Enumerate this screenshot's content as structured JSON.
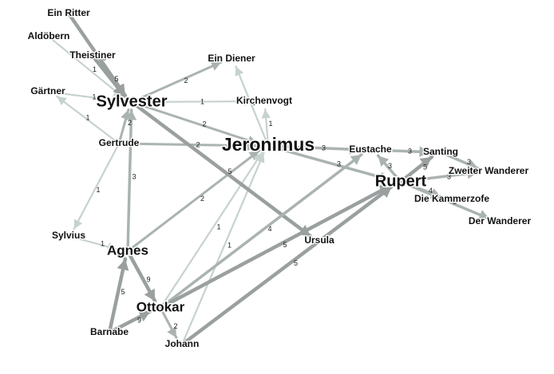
{
  "colors": {
    "edge_light": "#c6d2cf",
    "edge_mid": "#aab3b0",
    "edge_dark": "#9aa09f",
    "label": "#111111",
    "background": "#ffffff"
  },
  "nodes": [
    {
      "id": "ein_ritter",
      "label": "Ein Ritter",
      "size": "s"
    },
    {
      "id": "aldobern",
      "label": "Aldöbern",
      "size": "s"
    },
    {
      "id": "theistiner",
      "label": "Theistiner",
      "size": "s"
    },
    {
      "id": "gartner",
      "label": "Gärtner",
      "size": "s"
    },
    {
      "id": "sylvester",
      "label": "Sylvester",
      "size": "l"
    },
    {
      "id": "ein_diener",
      "label": "Ein Diener",
      "size": "s"
    },
    {
      "id": "kirchenvogt",
      "label": "Kirchenvogt",
      "size": "s"
    },
    {
      "id": "gertrude",
      "label": "Gertrude",
      "size": "s"
    },
    {
      "id": "jeronimus",
      "label": "Jeronimus",
      "size": "xl"
    },
    {
      "id": "eustache",
      "label": "Eustache",
      "size": "s"
    },
    {
      "id": "santing",
      "label": "Santing",
      "size": "s"
    },
    {
      "id": "zweiter_wanderer",
      "label": "Zweiter Wanderer",
      "size": "s"
    },
    {
      "id": "rupert",
      "label": "Rupert",
      "size": "l"
    },
    {
      "id": "die_kammerzofe",
      "label": "Die Kammerzofe",
      "size": "s"
    },
    {
      "id": "der_wanderer",
      "label": "Der Wanderer",
      "size": "s"
    },
    {
      "id": "sylvius",
      "label": "Sylvius",
      "size": "s"
    },
    {
      "id": "agnes",
      "label": "Agnes",
      "size": "m"
    },
    {
      "id": "ursula",
      "label": "Ursula",
      "size": "s"
    },
    {
      "id": "ottokar",
      "label": "Ottokar",
      "size": "m"
    },
    {
      "id": "barnabe",
      "label": "Barnabe",
      "size": "s"
    },
    {
      "id": "johann",
      "label": "Johann",
      "size": "s"
    }
  ],
  "edges": [
    {
      "source": "aldobern",
      "target": "sylvester",
      "weight": "1"
    },
    {
      "source": "ein_ritter",
      "target": "sylvester",
      "weight": "5"
    },
    {
      "source": "theistiner",
      "target": "sylvester",
      "weight": "5"
    },
    {
      "source": "gartner",
      "target": "sylvester",
      "weight": "1"
    },
    {
      "source": "gertrude",
      "target": "gartner",
      "weight": "1"
    },
    {
      "source": "sylvester",
      "target": "ein_diener",
      "weight": "2"
    },
    {
      "source": "sylvester",
      "target": "kirchenvogt",
      "weight": "1"
    },
    {
      "source": "sylvester",
      "target": "jeronimus",
      "weight": "2"
    },
    {
      "source": "gertrude",
      "target": "jeronimus",
      "weight": "2"
    },
    {
      "source": "gertrude",
      "target": "sylvester",
      "weight": "2"
    },
    {
      "source": "agnes",
      "target": "sylvester",
      "weight": "3"
    },
    {
      "source": "gertrude",
      "target": "sylvius",
      "weight": "1"
    },
    {
      "source": "sylvius",
      "target": "agnes",
      "weight": "1"
    },
    {
      "source": "jeronimus",
      "target": "ein_diener",
      "weight": "1"
    },
    {
      "source": "jeronimus",
      "target": "kirchenvogt",
      "weight": "1"
    },
    {
      "source": "jeronimus",
      "target": "eustache",
      "weight": "3"
    },
    {
      "source": "jeronimus",
      "target": "rupert",
      "weight": "3"
    },
    {
      "source": "agnes",
      "target": "jeronimus",
      "weight": "2"
    },
    {
      "source": "ottokar",
      "target": "jeronimus",
      "weight": "1"
    },
    {
      "source": "johann",
      "target": "jeronimus",
      "weight": "1"
    },
    {
      "source": "sylvester",
      "target": "ursula",
      "weight": "5"
    },
    {
      "source": "eustache",
      "target": "santing",
      "weight": "3"
    },
    {
      "source": "rupert",
      "target": "eustache",
      "weight": "3"
    },
    {
      "source": "rupert",
      "target": "santing",
      "weight": "5"
    },
    {
      "source": "rupert",
      "target": "zweiter_wanderer",
      "weight": "3"
    },
    {
      "source": "santing",
      "target": "zweiter_wanderer",
      "weight": "3"
    },
    {
      "source": "rupert",
      "target": "die_kammerzofe",
      "weight": "4"
    },
    {
      "source": "rupert",
      "target": "der_wanderer",
      "weight": "3"
    },
    {
      "source": "ottokar",
      "target": "eustache",
      "weight": "4"
    },
    {
      "source": "ottokar",
      "target": "rupert",
      "weight": "5"
    },
    {
      "source": "johann",
      "target": "rupert",
      "weight": "5"
    },
    {
      "source": "agnes",
      "target": "ottokar",
      "weight": "9"
    },
    {
      "source": "barnabe",
      "target": "agnes",
      "weight": "5"
    },
    {
      "source": "barnabe",
      "target": "ottokar",
      "weight": "9"
    },
    {
      "source": "ottokar",
      "target": "johann",
      "weight": "2"
    }
  ]
}
